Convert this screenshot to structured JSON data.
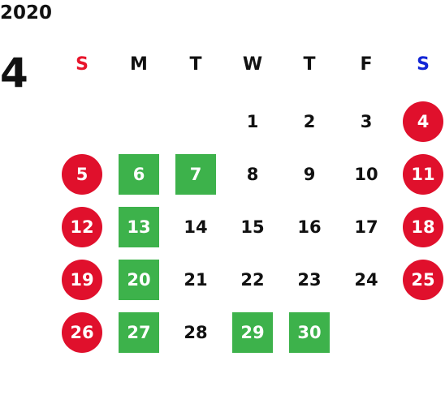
{
  "year": "2020",
  "month": "4",
  "colors": {
    "sunday_label": "#e8152c",
    "saturday_label": "#1226d6",
    "holiday_fill": "#e0102c",
    "event_fill": "#3db24b",
    "text": "#111111"
  },
  "weekdays": [
    "S",
    "M",
    "T",
    "W",
    "T",
    "F",
    "S"
  ],
  "weeks": [
    [
      null,
      null,
      null,
      {
        "day": "1"
      },
      {
        "day": "2"
      },
      {
        "day": "3"
      },
      {
        "day": "4",
        "mark": "holiday"
      }
    ],
    [
      {
        "day": "5",
        "mark": "holiday"
      },
      {
        "day": "6",
        "mark": "event"
      },
      {
        "day": "7",
        "mark": "event"
      },
      {
        "day": "8"
      },
      {
        "day": "9"
      },
      {
        "day": "10"
      },
      {
        "day": "11",
        "mark": "holiday"
      }
    ],
    [
      {
        "day": "12",
        "mark": "holiday"
      },
      {
        "day": "13",
        "mark": "event"
      },
      {
        "day": "14"
      },
      {
        "day": "15"
      },
      {
        "day": "16"
      },
      {
        "day": "17"
      },
      {
        "day": "18",
        "mark": "holiday"
      }
    ],
    [
      {
        "day": "19",
        "mark": "holiday"
      },
      {
        "day": "20",
        "mark": "event"
      },
      {
        "day": "21"
      },
      {
        "day": "22"
      },
      {
        "day": "23"
      },
      {
        "day": "24"
      },
      {
        "day": "25",
        "mark": "holiday"
      }
    ],
    [
      {
        "day": "26",
        "mark": "holiday"
      },
      {
        "day": "27",
        "mark": "event"
      },
      {
        "day": "28"
      },
      {
        "day": "29",
        "mark": "event"
      },
      {
        "day": "30",
        "mark": "event"
      },
      null,
      null
    ]
  ]
}
